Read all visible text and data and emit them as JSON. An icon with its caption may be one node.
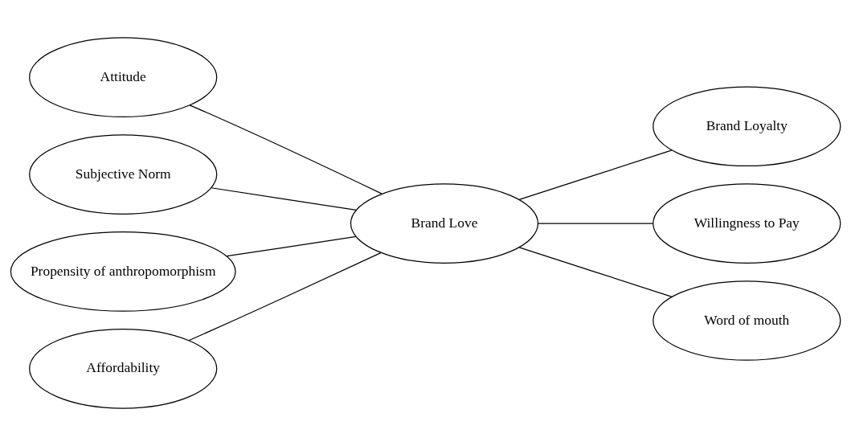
{
  "diagram": {
    "nodes": [
      {
        "text": [
          "Attitude"
        ]
      },
      {
        "text": [
          "Subjective Norm"
        ]
      },
      {
        "text": [
          "Propensity of anthropomorphism"
        ]
      },
      {
        "text": [
          "Affordability"
        ]
      },
      {
        "text": [
          "Brand Love"
        ]
      },
      {
        "text": [
          "Brand Loyalty"
        ]
      },
      {
        "text": [
          "Willingness to Pay"
        ]
      },
      {
        "text": [
          "Word of mouth"
        ]
      }
    ],
    "edges": [
      {
        "from": 0,
        "to": 4,
        "arrow": "none"
      },
      {
        "from": 1,
        "to": 4,
        "arrow": "none"
      },
      {
        "from": 2,
        "to": 4,
        "arrow": "none"
      },
      {
        "from": 3,
        "to": 4,
        "arrow": "none"
      },
      {
        "from": 4,
        "to": 5,
        "arrow": "none"
      },
      {
        "from": 4,
        "to": 6,
        "arrow": "none"
      },
      {
        "from": 4,
        "to": 7,
        "arrow": "none"
      }
    ]
  }
}
